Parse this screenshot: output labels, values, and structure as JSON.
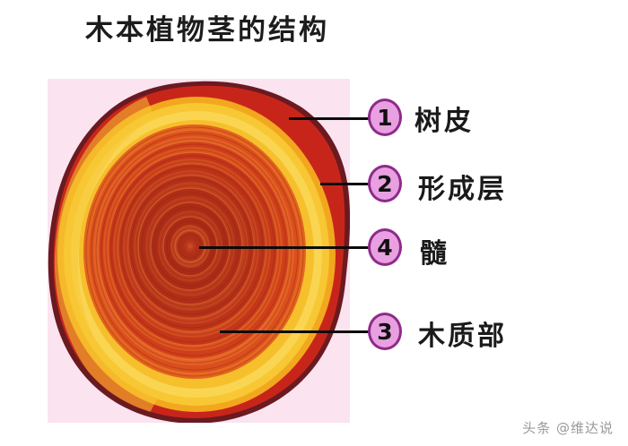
{
  "page": {
    "title": "木本植物茎的结构",
    "watermark": "头条 @维达说",
    "background_color": "#ffffff"
  },
  "photo": {
    "background_color": "#fbe3ef",
    "subject": "tree-trunk-cross-section",
    "alt": "木本植物茎横切面（树干年轮）",
    "colors": {
      "bark_dark": "#6e1b22",
      "bark_red": "#c0231a",
      "cambium_yellow": "#f6c12a",
      "xylem_orange": "#e0551e",
      "heartwood_red": "#b8321b",
      "pith_center": "#cf4526"
    }
  },
  "labels": [
    {
      "number": "1",
      "text": "树皮",
      "meaning": "bark",
      "badge_color": "#e8a0e0",
      "badge_border": "#8e2a8a"
    },
    {
      "number": "2",
      "text": "形成层",
      "meaning": "cambium",
      "badge_color": "#e8a0e0",
      "badge_border": "#8e2a8a"
    },
    {
      "number": "4",
      "text": "髓",
      "meaning": "pith",
      "badge_color": "#e8a0e0",
      "badge_border": "#8e2a8a"
    },
    {
      "number": "3",
      "text": "木质部",
      "meaning": "xylem",
      "badge_color": "#e8a0e0",
      "badge_border": "#8e2a8a"
    }
  ]
}
